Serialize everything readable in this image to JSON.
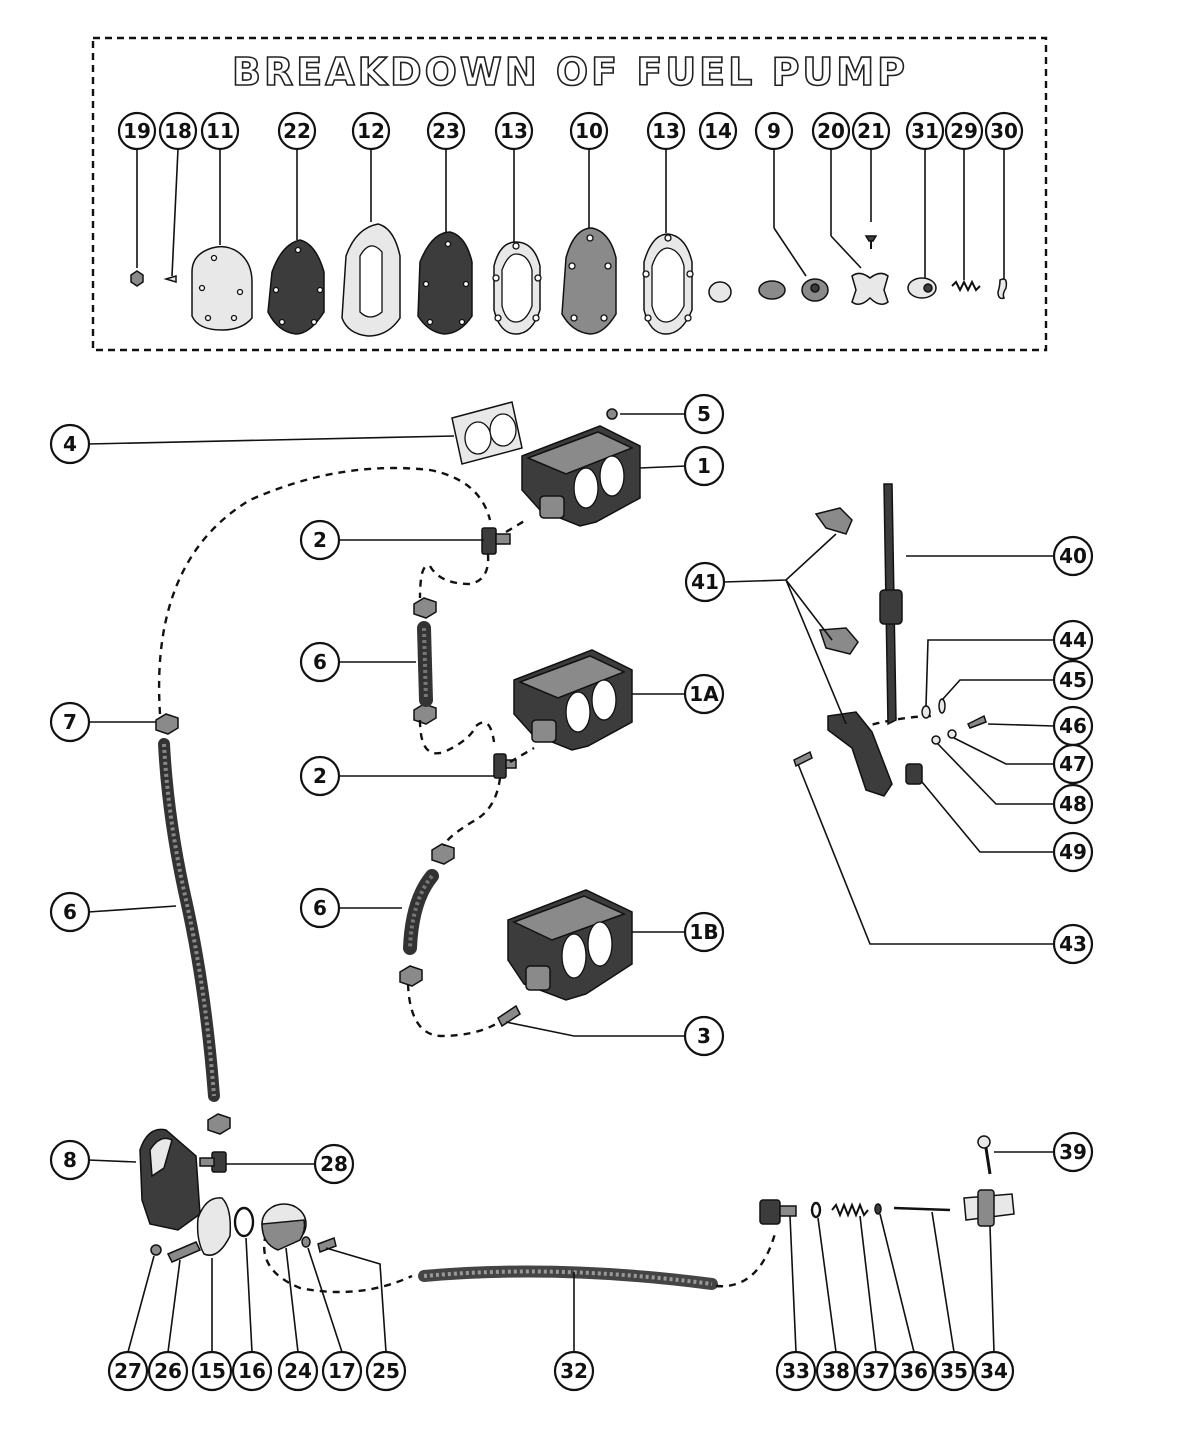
{
  "title": "BREAKDOWN OF FUEL PUMP",
  "callouts": [
    {
      "id": "c19",
      "label": "19"
    },
    {
      "id": "c18",
      "label": "18"
    },
    {
      "id": "c11",
      "label": "11"
    },
    {
      "id": "c22",
      "label": "22"
    },
    {
      "id": "c12",
      "label": "12"
    },
    {
      "id": "c23",
      "label": "23"
    },
    {
      "id": "c13a",
      "label": "13"
    },
    {
      "id": "c10",
      "label": "10"
    },
    {
      "id": "c13b",
      "label": "13"
    },
    {
      "id": "c14",
      "label": "14"
    },
    {
      "id": "c9",
      "label": "9"
    },
    {
      "id": "c20",
      "label": "20"
    },
    {
      "id": "c21",
      "label": "21"
    },
    {
      "id": "c31",
      "label": "31"
    },
    {
      "id": "c29",
      "label": "29"
    },
    {
      "id": "c30",
      "label": "30"
    },
    {
      "id": "c4",
      "label": "4"
    },
    {
      "id": "c5",
      "label": "5"
    },
    {
      "id": "c1",
      "label": "1"
    },
    {
      "id": "c2a",
      "label": "2"
    },
    {
      "id": "c6a",
      "label": "6"
    },
    {
      "id": "c1A",
      "label": "1A"
    },
    {
      "id": "c7",
      "label": "7"
    },
    {
      "id": "c2b",
      "label": "2"
    },
    {
      "id": "c6b",
      "label": "6"
    },
    {
      "id": "c6c",
      "label": "6"
    },
    {
      "id": "c1B",
      "label": "1B"
    },
    {
      "id": "c3",
      "label": "3"
    },
    {
      "id": "c40",
      "label": "40"
    },
    {
      "id": "c41",
      "label": "41"
    },
    {
      "id": "c44",
      "label": "44"
    },
    {
      "id": "c45",
      "label": "45"
    },
    {
      "id": "c46",
      "label": "46"
    },
    {
      "id": "c47",
      "label": "47"
    },
    {
      "id": "c48",
      "label": "48"
    },
    {
      "id": "c49",
      "label": "49"
    },
    {
      "id": "c43",
      "label": "43"
    },
    {
      "id": "c8",
      "label": "8"
    },
    {
      "id": "c28",
      "label": "28"
    },
    {
      "id": "c39",
      "label": "39"
    },
    {
      "id": "c27",
      "label": "27"
    },
    {
      "id": "c26",
      "label": "26"
    },
    {
      "id": "c15",
      "label": "15"
    },
    {
      "id": "c16",
      "label": "16"
    },
    {
      "id": "c24",
      "label": "24"
    },
    {
      "id": "c17",
      "label": "17"
    },
    {
      "id": "c25",
      "label": "25"
    },
    {
      "id": "c32",
      "label": "32"
    },
    {
      "id": "c33",
      "label": "33"
    },
    {
      "id": "c38",
      "label": "38"
    },
    {
      "id": "c37",
      "label": "37"
    },
    {
      "id": "c36",
      "label": "36"
    },
    {
      "id": "c35",
      "label": "35"
    },
    {
      "id": "c34",
      "label": "34"
    }
  ]
}
